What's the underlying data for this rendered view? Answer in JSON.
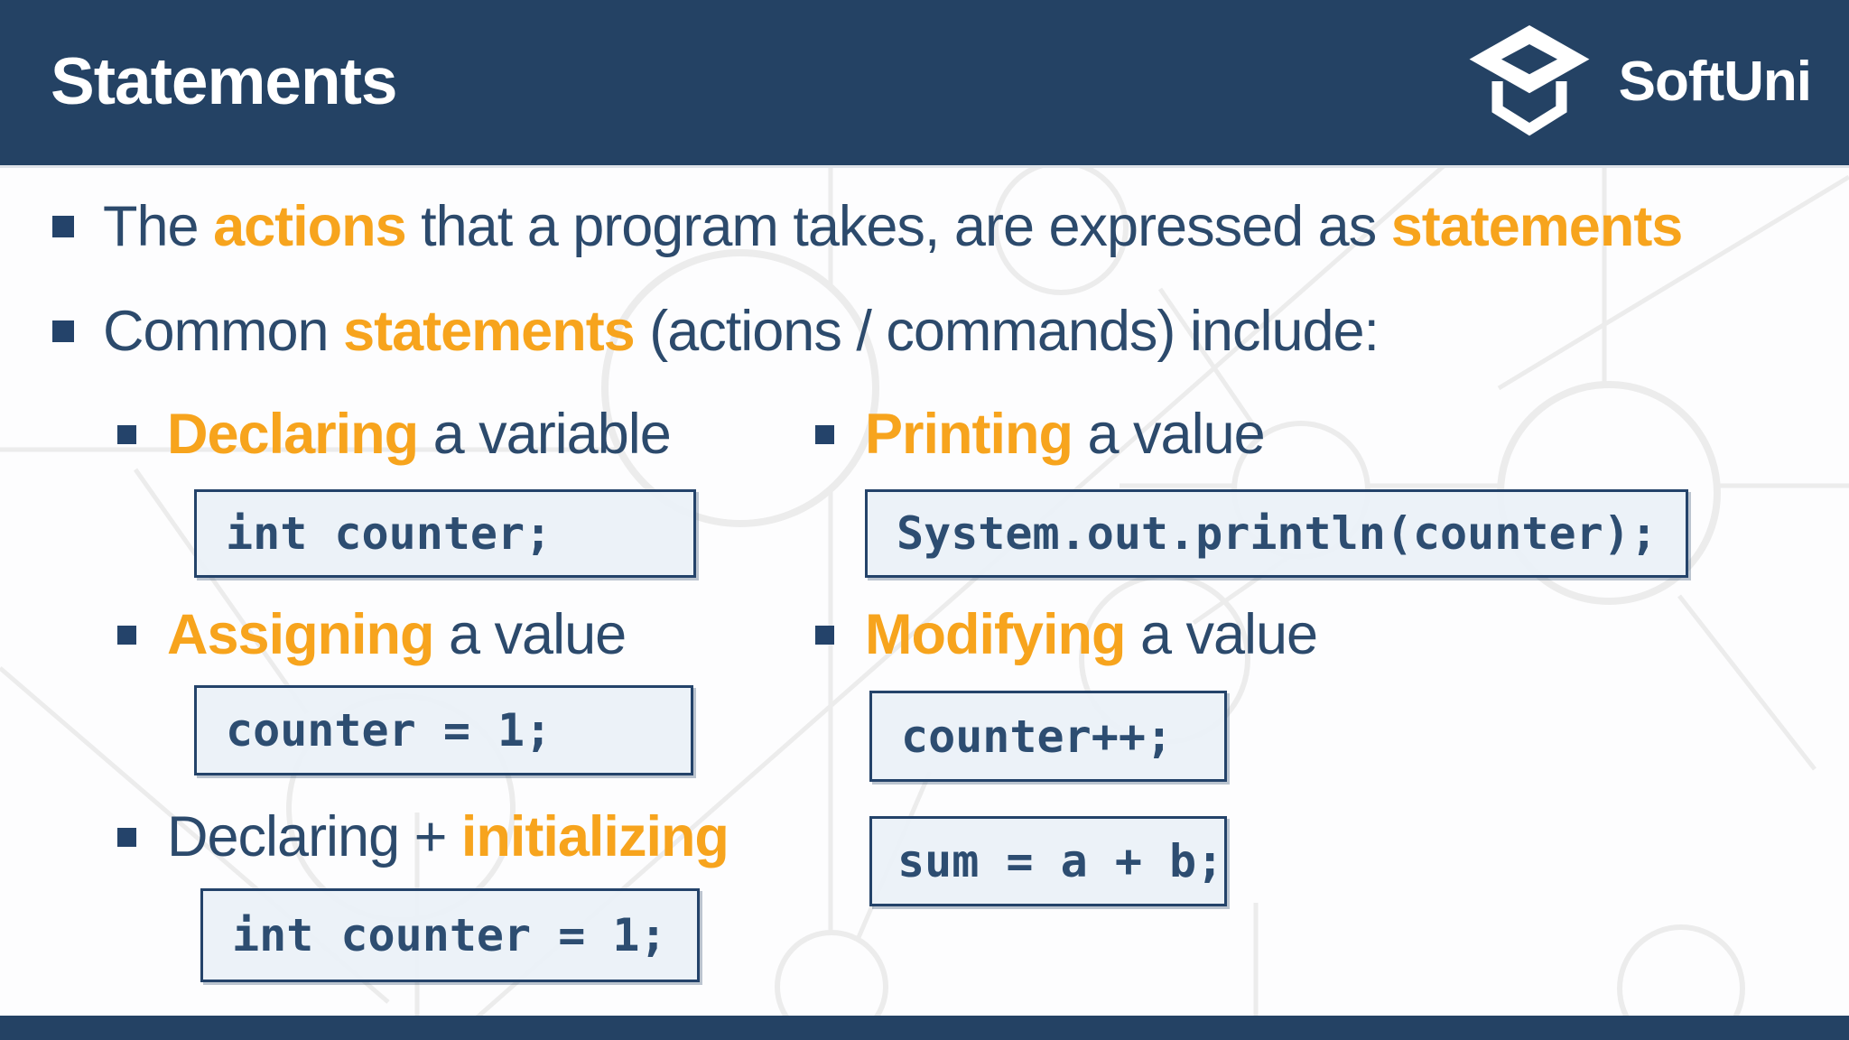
{
  "slide": {
    "title": "Statements",
    "logo": {
      "text": "SoftUni",
      "icon": "graduation-cap"
    }
  },
  "bullets": {
    "b1": {
      "t1": "The ",
      "a1": "actions",
      "t2": " that a program takes, are expressed as ",
      "a2": "statements"
    },
    "b2": {
      "t1": "Common ",
      "a1": "statements",
      "t2": " (actions / commands) include:"
    }
  },
  "left_items": [
    {
      "pre": "",
      "accent": "Declaring",
      "rest": " a variable",
      "code": "int counter;"
    },
    {
      "pre": "",
      "accent": "Assigning",
      "rest": " a value",
      "code": "counter = 1;"
    },
    {
      "pre": "Declaring + ",
      "accent": "initializing",
      "rest": "",
      "code": "int counter = 1;"
    }
  ],
  "right_items": [
    {
      "pre": "",
      "accent": "Printing",
      "rest": " a value",
      "codes": [
        "System.out.println(counter);"
      ]
    },
    {
      "pre": "",
      "accent": "Modifying",
      "rest": " a value",
      "codes": [
        "counter++;",
        "sum = a + b;"
      ]
    }
  ],
  "colors": {
    "header_navy": "#244264",
    "text_navy": "#2c4a6c",
    "accent_orange": "#f7a41d",
    "code_background": "#ebf1f8",
    "code_border": "#24436a",
    "pattern_gray": "#ececec"
  }
}
